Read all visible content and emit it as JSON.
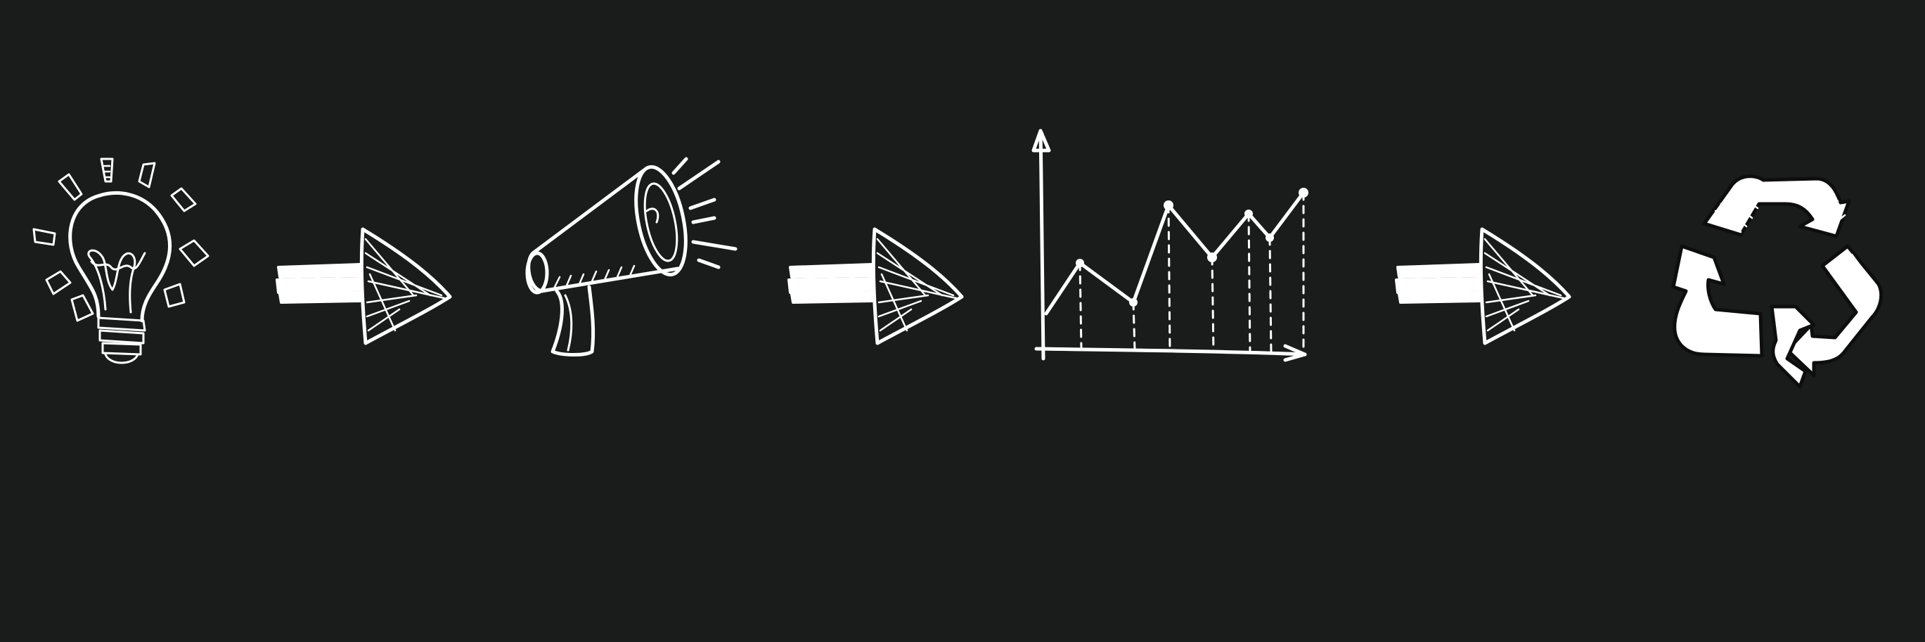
{
  "diagram": {
    "background_color": "#1a1b1b",
    "stroke_color": "#ffffff",
    "steps": [
      {
        "id": "idea",
        "icon": "lightbulb-icon"
      },
      {
        "id": "promote",
        "icon": "megaphone-icon"
      },
      {
        "id": "growth",
        "icon": "line-chart-icon"
      },
      {
        "id": "recycle",
        "icon": "recycle-icon"
      }
    ],
    "connectors": [
      {
        "from": "idea",
        "to": "promote",
        "icon": "arrow-right-icon"
      },
      {
        "from": "promote",
        "to": "growth",
        "icon": "arrow-right-icon"
      },
      {
        "from": "growth",
        "to": "recycle",
        "icon": "arrow-right-icon"
      }
    ]
  }
}
